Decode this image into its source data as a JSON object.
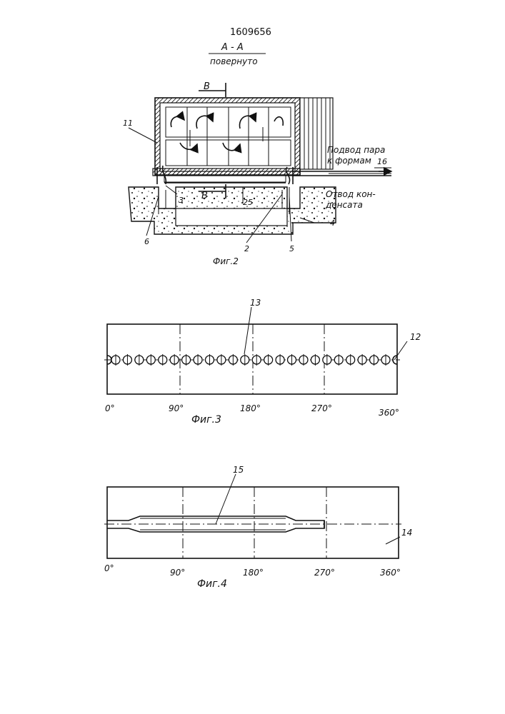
{
  "header": {
    "patent_number": "1609656",
    "section_label": "A - A",
    "section_note": "повернуто"
  },
  "fig2": {
    "caption": "Фиг.2",
    "view_label_top": "B",
    "view_label_bottom": "B",
    "steam_supply_line1": "Подвод пара",
    "steam_supply_line2": "к формам",
    "condensate_line1": "Отвод кон-",
    "condensate_line2": "денсата",
    "callouts": {
      "c11": "11",
      "c16": "16",
      "c3": "3",
      "c25": "25",
      "c4": "4",
      "c6": "6",
      "c2": "2",
      "c5": "5"
    }
  },
  "fig3": {
    "caption": "Фиг.3",
    "callout_13": "13",
    "callout_12": "12",
    "hole_count": 24,
    "ticks": [
      "0°",
      "90°",
      "180°",
      "270°",
      "360°"
    ]
  },
  "fig4": {
    "caption": "Фиг.4",
    "callout_15": "15",
    "callout_14": "14",
    "ticks": [
      "0°",
      "90°",
      "180°",
      "270°",
      "360°"
    ]
  }
}
